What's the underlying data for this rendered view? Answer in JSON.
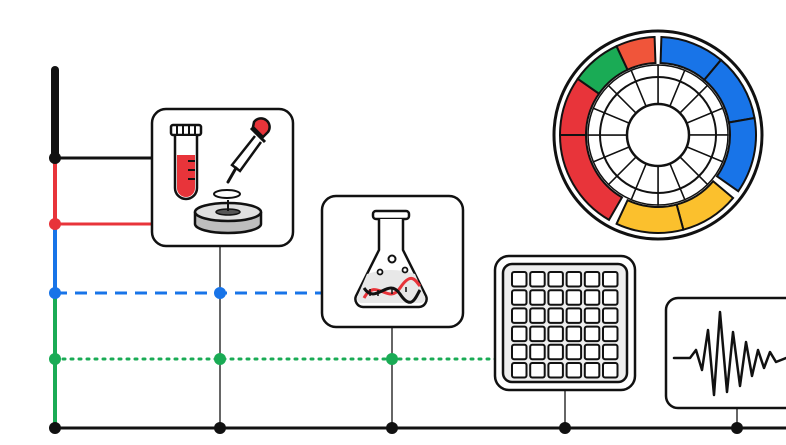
{
  "colors": {
    "background": "#ffffff",
    "stroke": "#111111",
    "red": "#e8343a",
    "blue": "#1874e8",
    "green": "#1aab55",
    "yellow": "#fbc02d",
    "ring_gray": "#d9d9d9"
  },
  "icons": [
    "test-tube-icon",
    "dropper-icon",
    "petri-dish-icon",
    "flask-icon",
    "dna-icon",
    "microarray-icon",
    "waveform-icon",
    "color-wheel-icon"
  ],
  "color_wheel": {
    "outer_ring": [
      "red",
      "green",
      "red-orange",
      "blue",
      "blue",
      "blue",
      "yellow",
      "yellow",
      "red"
    ],
    "inner_segments": 16
  },
  "microarray": {
    "rows": 6,
    "cols": 6
  }
}
